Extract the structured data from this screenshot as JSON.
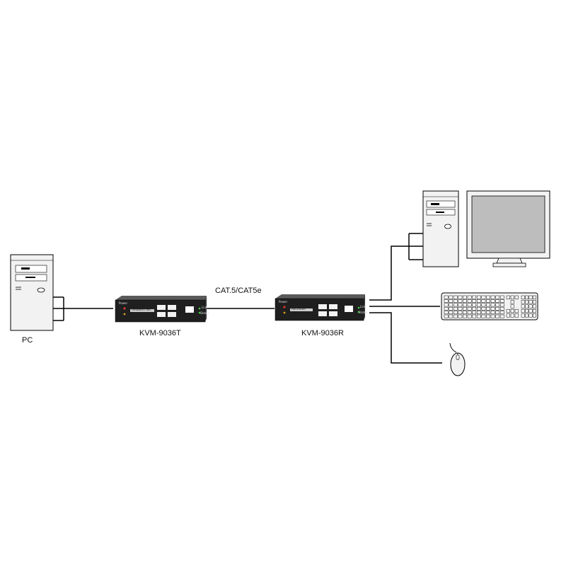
{
  "labels": {
    "pc": "PC",
    "transmitter": "KVM-9036T",
    "receiver": "KVM-9036R",
    "cable": "CAT.5/CAT5e"
  },
  "device_faceplate": {
    "transmitter_plate": "TRANSMITTER",
    "receiver_plate": "RECEIVER",
    "power": "Power",
    "link": "Link",
    "status": "Status"
  },
  "colors": {
    "device_body": "#1f1f1f",
    "device_top": "#5a5a5a",
    "line": "#000000",
    "case_fill": "#f2f2f2",
    "screen_fill": "#bdbdbd"
  },
  "icons": [
    "pc-tower-icon",
    "kvm-transmitter-icon",
    "kvm-receiver-icon",
    "remote-tower-icon",
    "monitor-icon",
    "keyboard-icon",
    "mouse-icon"
  ]
}
